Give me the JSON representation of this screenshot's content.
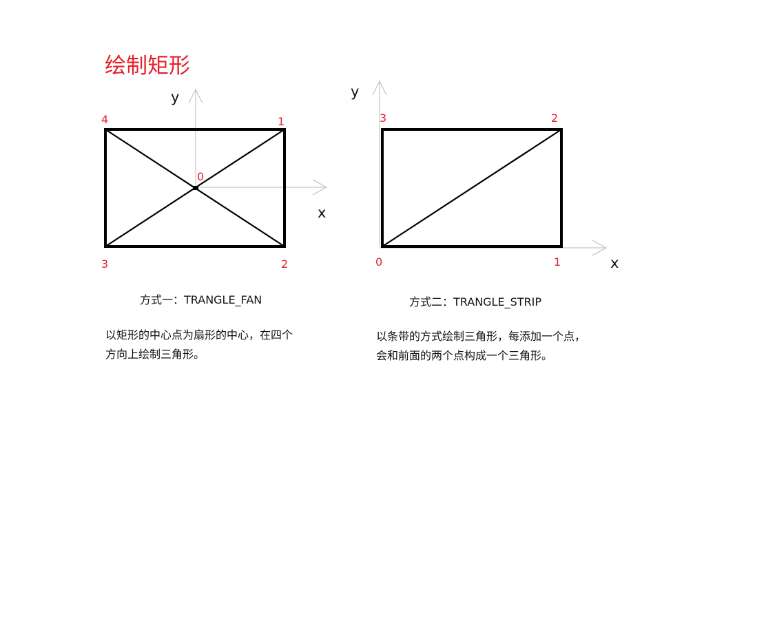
{
  "title": "绘制矩形",
  "fan": {
    "axis_x": "x",
    "axis_y": "y",
    "vertices": [
      "0",
      "1",
      "2",
      "3",
      "4"
    ],
    "caption": "方式一：TRANGLE_FAN",
    "description": [
      "以矩形的中心点为扇形的中心，在四个",
      "方向上绘制三角形。"
    ]
  },
  "strip": {
    "axis_x": "x",
    "axis_y": "y",
    "vertices": [
      "0",
      "1",
      "2",
      "3"
    ],
    "caption": "方式二：TRANGLE_STRIP",
    "description": [
      "以条带的方式绘制三角形，每添加一个点，",
      "会和前面的两个点构成一个三角形。"
    ]
  },
  "colors": {
    "title": "#e8202a",
    "vertex_label": "#e8202a",
    "outline": "#000000",
    "axis": "#c8c8c8"
  }
}
